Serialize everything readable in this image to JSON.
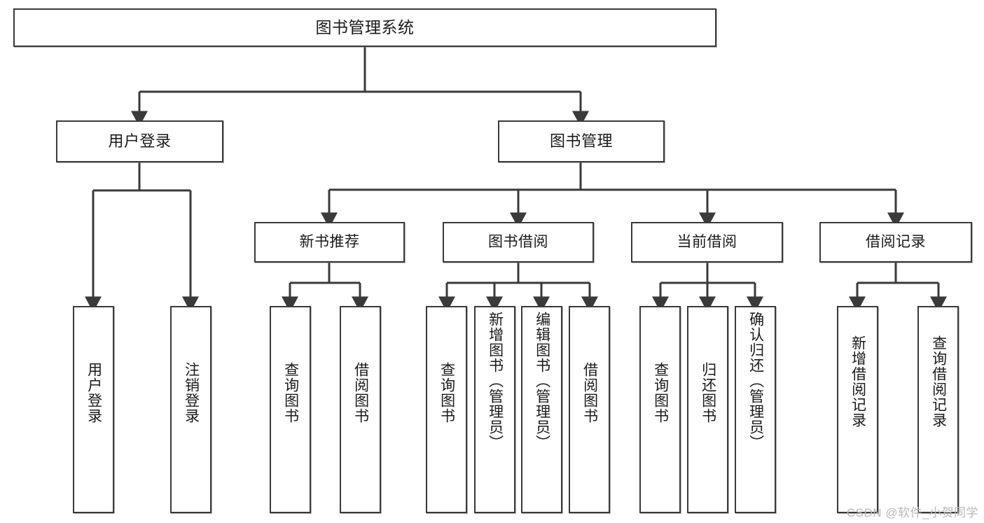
{
  "diagram": {
    "title": "图书管理系统",
    "type": "hierarchy-tree",
    "root": {
      "id": "root",
      "label": "图书管理系统"
    },
    "level2": [
      {
        "id": "user-login",
        "label": "用户登录"
      },
      {
        "id": "book-management",
        "label": "图书管理"
      }
    ],
    "level3": [
      {
        "id": "new-book-recommend",
        "label": "新书推荐"
      },
      {
        "id": "book-borrow",
        "label": "图书借阅"
      },
      {
        "id": "current-borrow",
        "label": "当前借阅"
      },
      {
        "id": "borrow-record",
        "label": "借阅记录"
      }
    ],
    "leaves": [
      {
        "id": "leaf-user-login",
        "label": "用户登录",
        "parent": "user-login"
      },
      {
        "id": "leaf-logout-login",
        "label": "注销登录",
        "parent": "user-login"
      },
      {
        "id": "leaf-query-book-1",
        "label": "查询图书",
        "parent": "new-book-recommend"
      },
      {
        "id": "leaf-borrow-book-1",
        "label": "借阅图书",
        "parent": "new-book-recommend"
      },
      {
        "id": "leaf-query-book-2",
        "label": "查询图书",
        "parent": "book-borrow"
      },
      {
        "id": "leaf-add-book",
        "label": "新增图书（管理员）",
        "parent": "book-borrow"
      },
      {
        "id": "leaf-edit-book",
        "label": "编辑图书（管理员）",
        "parent": "book-borrow"
      },
      {
        "id": "leaf-borrow-book-2",
        "label": "借阅图书",
        "parent": "book-borrow"
      },
      {
        "id": "leaf-query-book-3",
        "label": "查询图书",
        "parent": "current-borrow"
      },
      {
        "id": "leaf-return-book",
        "label": "归还图书",
        "parent": "current-borrow"
      },
      {
        "id": "leaf-confirm-return",
        "label": "确认归还（管理员）",
        "parent": "current-borrow"
      },
      {
        "id": "leaf-add-record",
        "label": "新增借阅记录",
        "parent": "borrow-record"
      },
      {
        "id": "leaf-query-record",
        "label": "查询借阅记录",
        "parent": "borrow-record"
      }
    ]
  },
  "watermark": {
    "text": "CSDN @软件_小贺同学"
  },
  "colors": {
    "border": "#3a3a3a",
    "background": "#ffffff",
    "text": "#1a1a1a",
    "watermark": "#b9b9b9"
  }
}
